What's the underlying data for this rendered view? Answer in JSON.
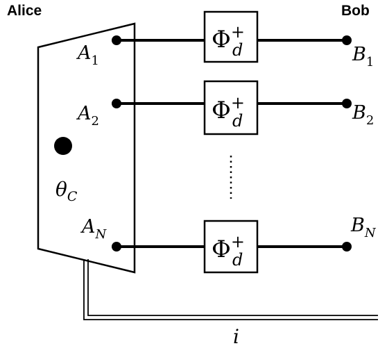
{
  "parties": {
    "alice": "Alice",
    "bob": "Bob"
  },
  "classical_output_label": "i",
  "alice_state_label": {
    "base": "θ",
    "sub": "C"
  },
  "channel_label": {
    "base": "Φ",
    "sup": "+",
    "sub": "d"
  },
  "links": [
    {
      "a_base": "A",
      "a_sub": "1",
      "b_base": "B",
      "b_sub": "1"
    },
    {
      "a_base": "A",
      "a_sub": "2",
      "b_base": "B",
      "b_sub": "2"
    },
    {
      "a_base": "A",
      "a_sub": "N",
      "b_base": "B",
      "b_sub": "N"
    }
  ],
  "colors": {
    "stroke": "#000000",
    "background": "#ffffff"
  }
}
